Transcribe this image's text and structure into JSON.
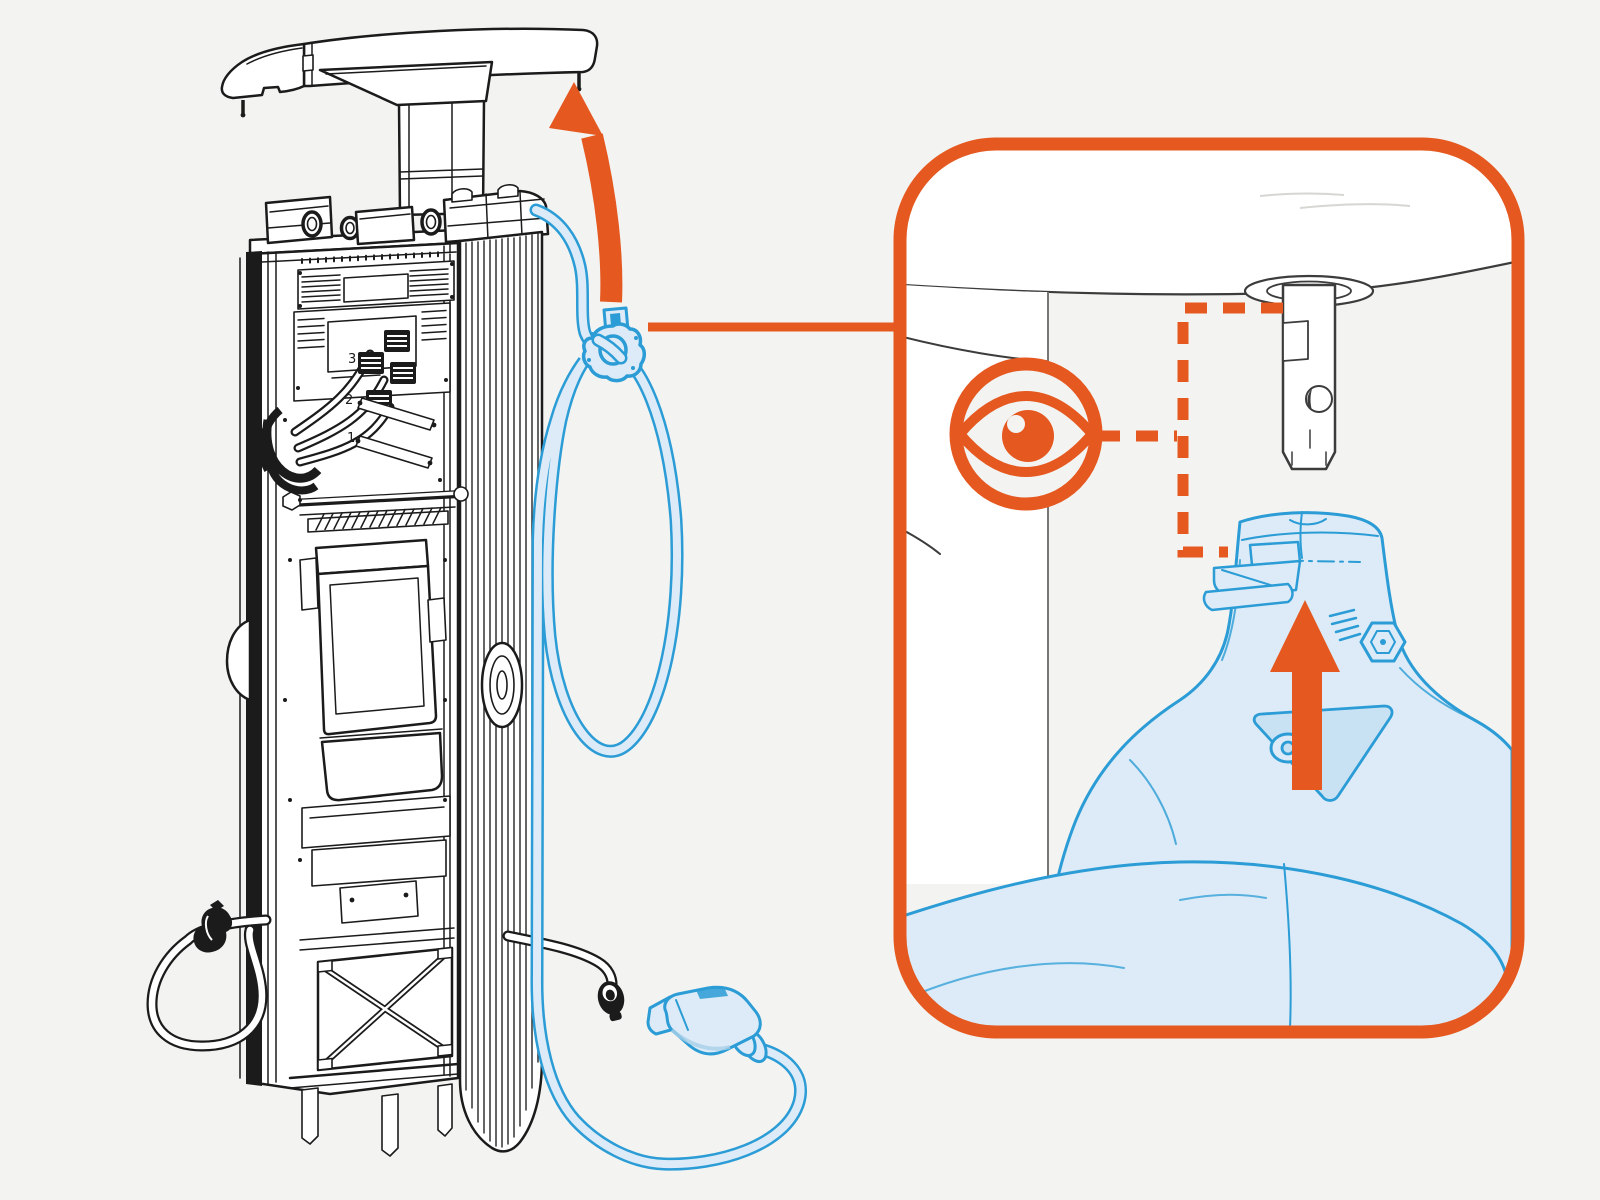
{
  "colors": {
    "background": "#F3F3F1",
    "accent_orange": "#E5581F",
    "line": "#1B1B1B",
    "line_soft": "#3C3C3C",
    "blue_stroke": "#2B9CD5",
    "blue_fill": "#DCEBF7",
    "blue_fill_deep": "#C9E2F3",
    "white": "#FFFFFF"
  },
  "machine": {
    "contactor_labels": [
      "3",
      "2",
      "1"
    ]
  },
  "icons": {
    "eye": "eye-icon",
    "lift_arrow": "arrow-up-curved-icon",
    "insert_arrow": "arrow-up-icon"
  },
  "annotations": {
    "lift_arrow_direction": "up",
    "insert_arrow_direction": "up"
  }
}
